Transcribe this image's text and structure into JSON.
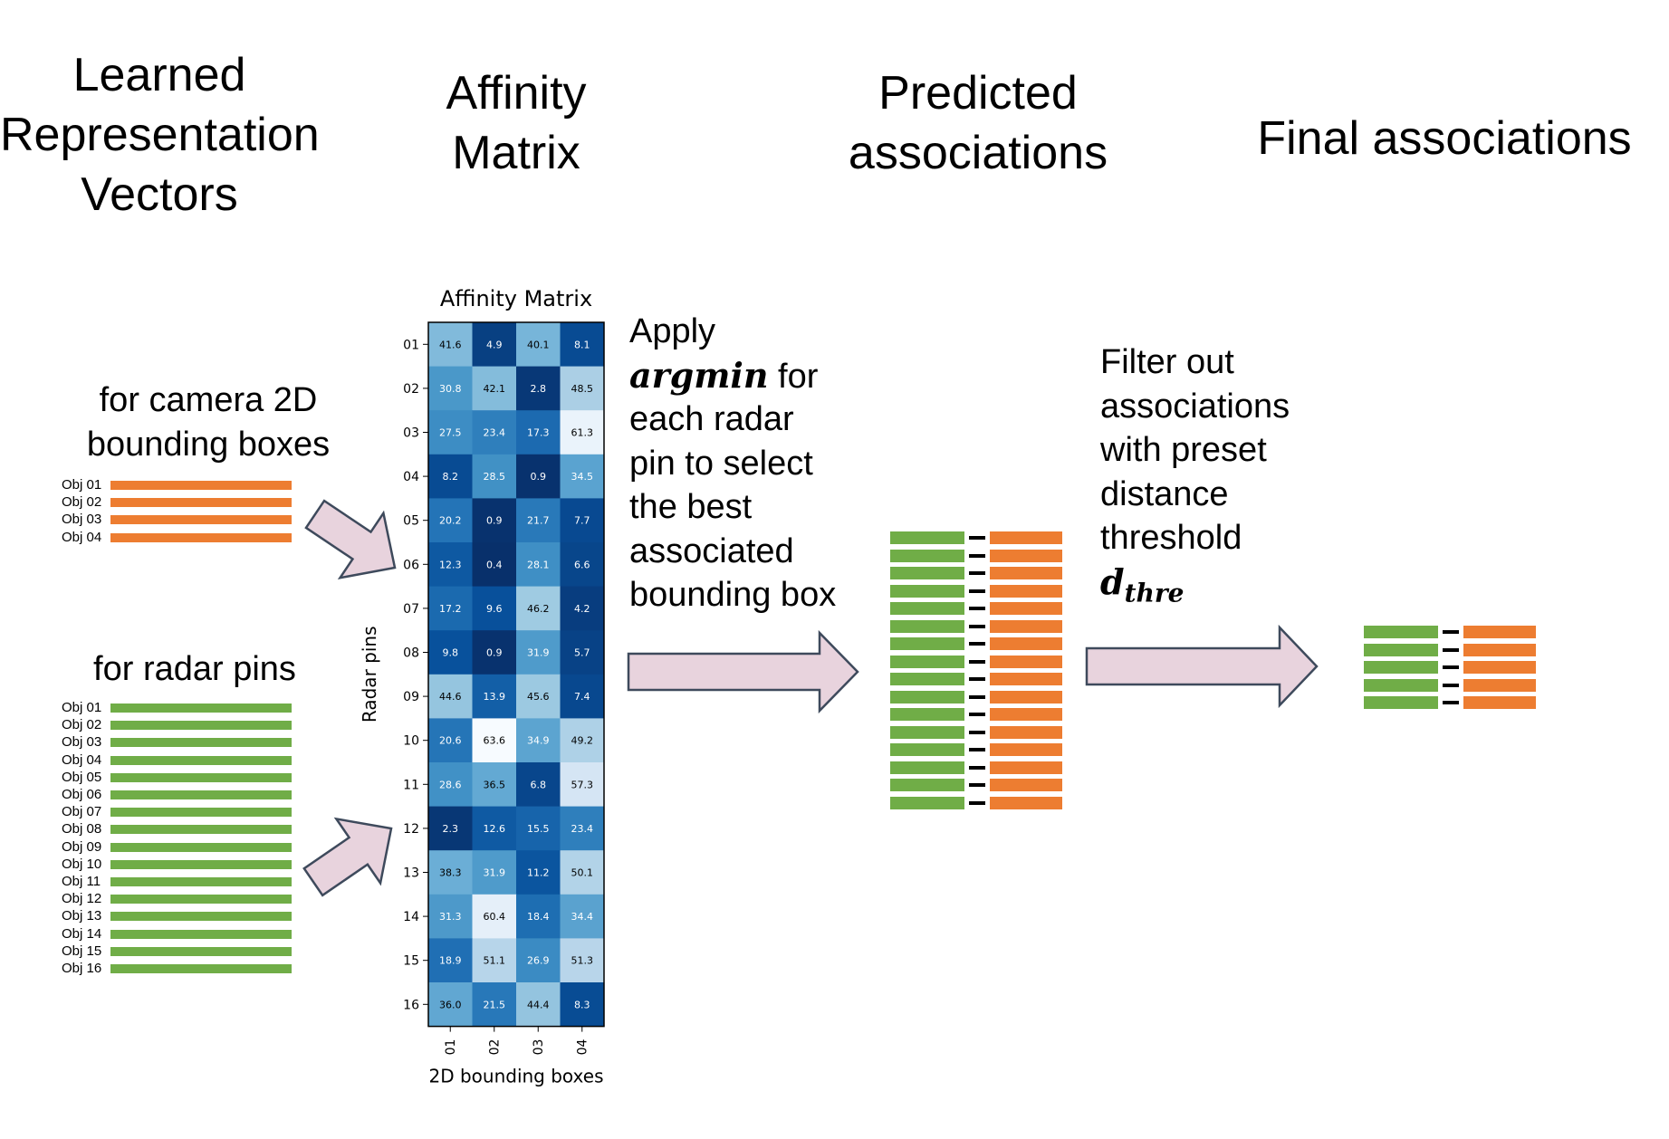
{
  "headers": {
    "learned": [
      "Learned",
      "Representation",
      "Vectors"
    ],
    "affinity": [
      "Affinity",
      "Matrix"
    ],
    "predicted": [
      "Predicted",
      "associations"
    ],
    "final": [
      "Final associations"
    ]
  },
  "camera": {
    "caption": [
      "for camera 2D",
      "bounding boxes"
    ],
    "objects": [
      "Obj 01",
      "Obj 02",
      "Obj 03",
      "Obj 04"
    ]
  },
  "radar": {
    "caption": [
      "for radar pins"
    ],
    "objects": [
      "Obj 01",
      "Obj 02",
      "Obj 03",
      "Obj 04",
      "Obj 05",
      "Obj 06",
      "Obj 07",
      "Obj 08",
      "Obj 09",
      "Obj 10",
      "Obj 11",
      "Obj 12",
      "Obj 13",
      "Obj 14",
      "Obj 15",
      "Obj 16"
    ]
  },
  "matrix": {
    "title": "Affinity Matrix",
    "ylabel": "Radar pins",
    "xlabel": "2D bounding boxes",
    "row_labels": [
      "01",
      "02",
      "03",
      "04",
      "05",
      "06",
      "07",
      "08",
      "09",
      "10",
      "11",
      "12",
      "13",
      "14",
      "15",
      "16"
    ],
    "col_labels": [
      "01",
      "02",
      "03",
      "04"
    ],
    "values": [
      [
        41.6,
        4.9,
        40.1,
        8.1
      ],
      [
        30.8,
        42.1,
        2.8,
        48.5
      ],
      [
        27.5,
        23.4,
        17.3,
        61.3
      ],
      [
        8.2,
        28.5,
        0.9,
        34.5
      ],
      [
        20.2,
        0.9,
        21.7,
        7.7
      ],
      [
        12.3,
        0.4,
        28.1,
        6.6
      ],
      [
        17.2,
        9.6,
        46.2,
        4.2
      ],
      [
        9.8,
        0.9,
        31.9,
        5.7
      ],
      [
        44.6,
        13.9,
        45.6,
        7.4
      ],
      [
        20.6,
        63.6,
        34.9,
        49.2
      ],
      [
        28.6,
        36.5,
        6.8,
        57.3
      ],
      [
        2.3,
        12.6,
        15.5,
        23.4
      ],
      [
        38.3,
        31.9,
        11.2,
        50.1
      ],
      [
        31.3,
        60.4,
        18.4,
        34.4
      ],
      [
        18.9,
        51.1,
        26.9,
        51.3
      ],
      [
        36.0,
        21.5,
        44.4,
        8.3
      ]
    ]
  },
  "apply_text": {
    "l1": "Apply",
    "l2_math": "argmin",
    "l2_rest": " for",
    "l3": "each radar",
    "l4": "pin to select",
    "l5": "the best",
    "l6": "associated",
    "l7": "bounding box"
  },
  "filter_text": {
    "l1": "Filter out",
    "l2": "associations",
    "l3": "with preset",
    "l4": "distance",
    "l5": "threshold",
    "math_base": "d",
    "math_sub": "thre"
  },
  "predicted_pair_count": 16,
  "final_pair_count": 5,
  "colors": {
    "camera": "#ED7D31",
    "radar": "#70AD47",
    "arrow_fill": "#E8D3DD",
    "arrow_stroke": "#3E4A5C",
    "cmap_low": "#08306B",
    "cmap_high": "#F7FBFF"
  }
}
